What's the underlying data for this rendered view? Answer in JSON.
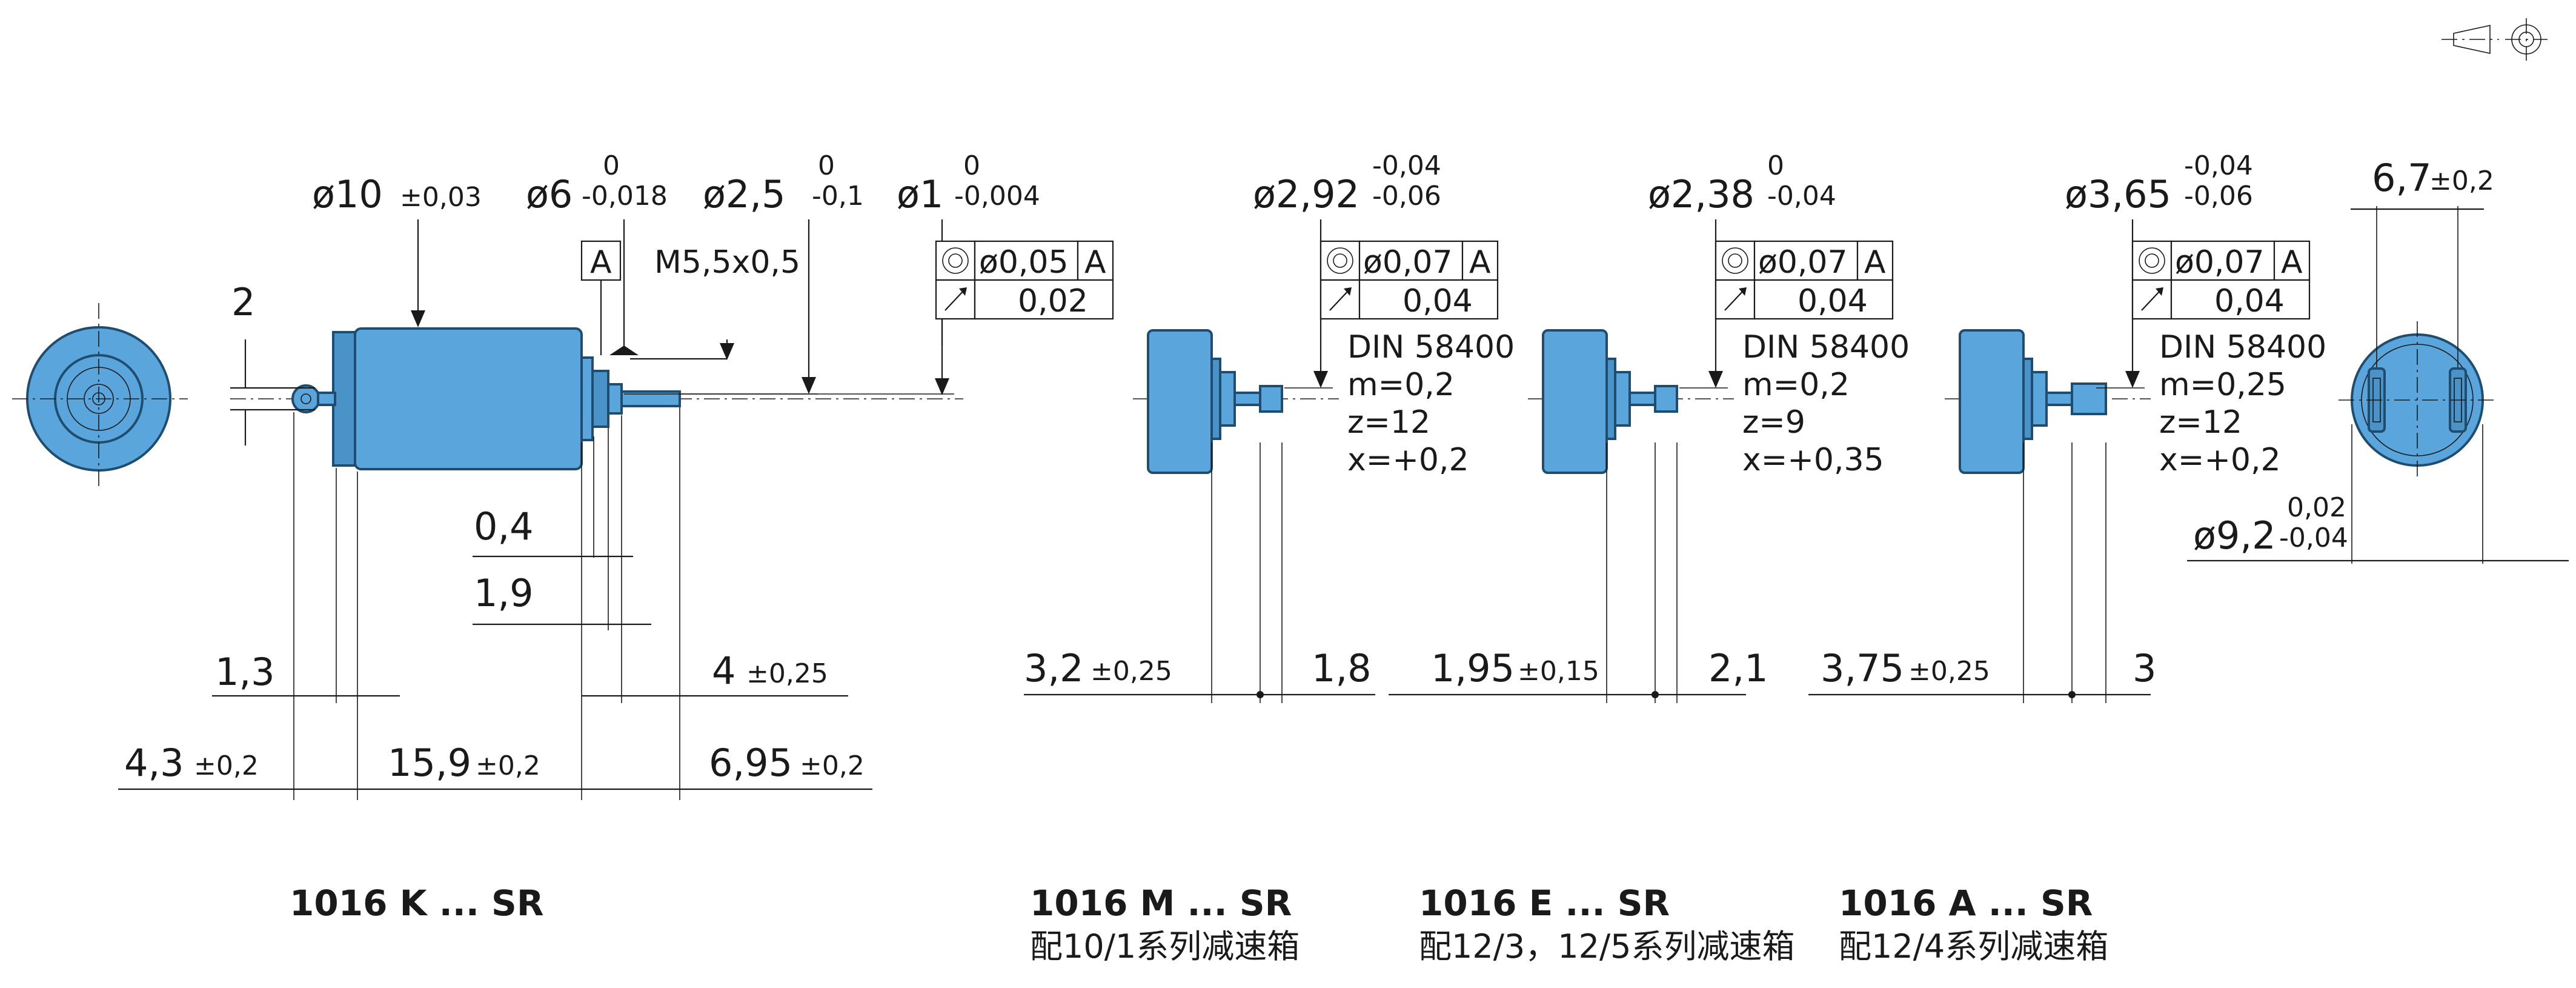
{
  "labels": {
    "d_phi10": "ø10",
    "d_phi10_tol": "±0,03",
    "d_phi6": "ø6",
    "d_phi6_upper": "0",
    "d_phi6_lower": "-0,018",
    "d_phi25": "ø2,5",
    "d_phi25_upper": "0",
    "d_phi25_lower": "-0,1",
    "d_phi1": "ø1",
    "d_phi1_upper": "0",
    "d_phi1_lower": "-0,004",
    "datum_a": "A",
    "thread": "M5,5x0,5",
    "dim_2": "2",
    "dim_04": "0,4",
    "dim_19": "1,9",
    "dim_13": "1,3",
    "dim_4": "4",
    "dim_4_tol": "±0,25",
    "dim_43": "4,3",
    "dim_43_tol": "±0,2",
    "dim_159": "15,9",
    "dim_159_tol": "±0,2",
    "dim_695": "6,95",
    "dim_695_tol": "±0,2",
    "dim_67": "6,7",
    "dim_67_tol": "±0,2",
    "dim_phi92": "ø9,2",
    "dim_phi92_upper": "0,02",
    "dim_phi92_lower": "-0,04"
  },
  "tolerance_frame_main": {
    "row1_value": "ø0,05",
    "row1_datum": "A",
    "row2_value": "0,02"
  },
  "gear_variants": [
    {
      "diameter": "ø2,92",
      "upper": "-0,04",
      "lower": "-0,06",
      "frame_value": "ø0,07",
      "frame_datum": "A",
      "runout": "0,04",
      "spec1": "DIN 58400",
      "spec2": "m=0,2",
      "spec3": "z=12",
      "spec4": "x=+0,2",
      "length": "3,2",
      "length_tol": "±0,25",
      "extra": "1,8",
      "title": "1016 M ... SR",
      "subtitle": "配10/1系列减速箱"
    },
    {
      "diameter": "ø2,38",
      "upper": "0",
      "lower": "-0,04",
      "frame_value": "ø0,07",
      "frame_datum": "A",
      "runout": "0,04",
      "spec1": "DIN 58400",
      "spec2": "m=0,2",
      "spec3": "z=9",
      "spec4": "x=+0,35",
      "length": "1,95",
      "length_tol": "±0,15",
      "extra": "2,1",
      "title": "1016 E ... SR",
      "subtitle": "配12/3，12/5系列减速箱"
    },
    {
      "diameter": "ø3,65",
      "upper": "-0,04",
      "lower": "-0,06",
      "frame_value": "ø0,07",
      "frame_datum": "A",
      "runout": "0,04",
      "spec1": "DIN 58400",
      "spec2": "m=0,25",
      "spec3": "z=12",
      "spec4": "x=+0,2",
      "length": "3,75",
      "length_tol": "±0,25",
      "extra": "3",
      "title": "1016 A ... SR",
      "subtitle": "配12/4系列减速箱"
    }
  ],
  "main_title": "1016 K ... SR",
  "colors": {
    "motor_fill": "#5aa6dc",
    "motor_outline": "#1f4d70",
    "line": "#1a1a1a"
  },
  "icons": [
    "projection-symbol-icon",
    "concentricity-icon",
    "runout-arrow-icon"
  ]
}
